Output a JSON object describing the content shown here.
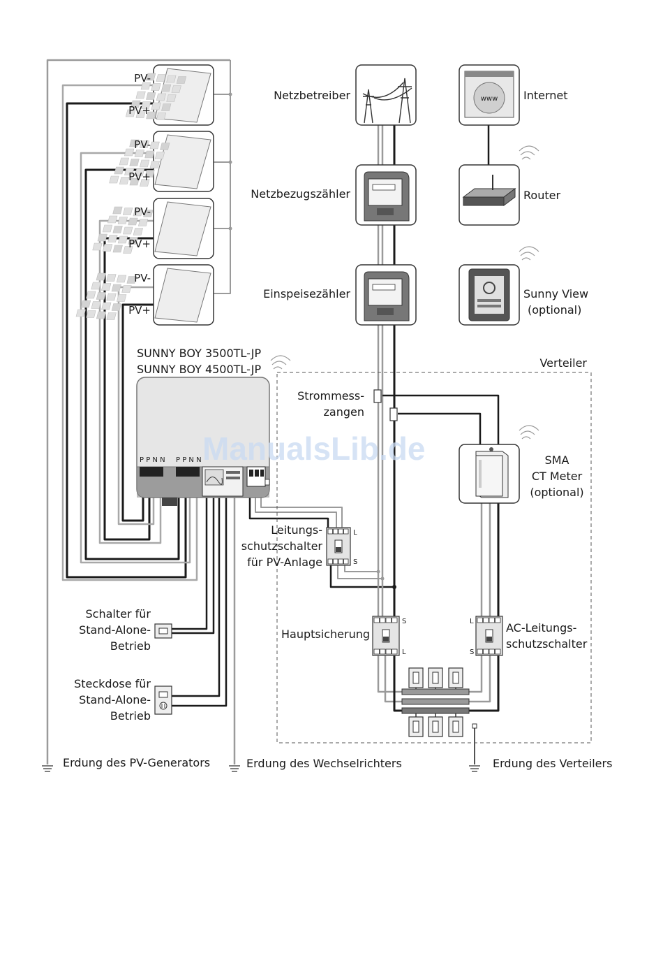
{
  "labels": {
    "pv_minus": "PV-",
    "pv_plus": "PV+",
    "inverter_line1": "SUNNY BOY 3500TL-JP",
    "inverter_line2": "SUNNY BOY 4500TL-JP",
    "inverter_terminals": "P P N N",
    "grid_operator": "Netzbetreiber",
    "consumption_meter": "Netzbezugszähler",
    "feed_in_meter": "Einspeisezähler",
    "internet": "Internet",
    "router": "Router",
    "sunny_view_1": "Sunny View",
    "sunny_view_2": "(optional)",
    "distributor": "Verteiler",
    "current_clamps_1": "Strommess-",
    "current_clamps_2": "zangen",
    "ct_meter_1": "SMA",
    "ct_meter_2": "CT Meter",
    "ct_meter_3": "(optional)",
    "pv_breaker_1": "Leitungs-",
    "pv_breaker_2": "schutzschalter",
    "pv_breaker_3": "für PV-Anlage",
    "main_fuse": "Hauptsicherung",
    "ac_breaker_1": "AC-Leitungs-",
    "ac_breaker_2": "schutzschalter",
    "switch_1": "Schalter für",
    "switch_2": "Stand-Alone-",
    "switch_3": "Betrieb",
    "socket_1": "Steckdose für",
    "socket_2": "Stand-Alone-",
    "socket_3": "Betrieb",
    "ground_pv": "Erdung des PV-Generators",
    "ground_inverter": "Erdung des Wechselrichters",
    "ground_distributor": "Erdung des Verteilers",
    "terminal_L": "L",
    "terminal_S": "S",
    "www": "www",
    "watermark": "ManualsLib.de"
  },
  "colors": {
    "line_black": "#1a1a1a",
    "line_gray": "#9a9a9a",
    "box_stroke": "#333333",
    "panel_gray": "#e6e6e6"
  }
}
